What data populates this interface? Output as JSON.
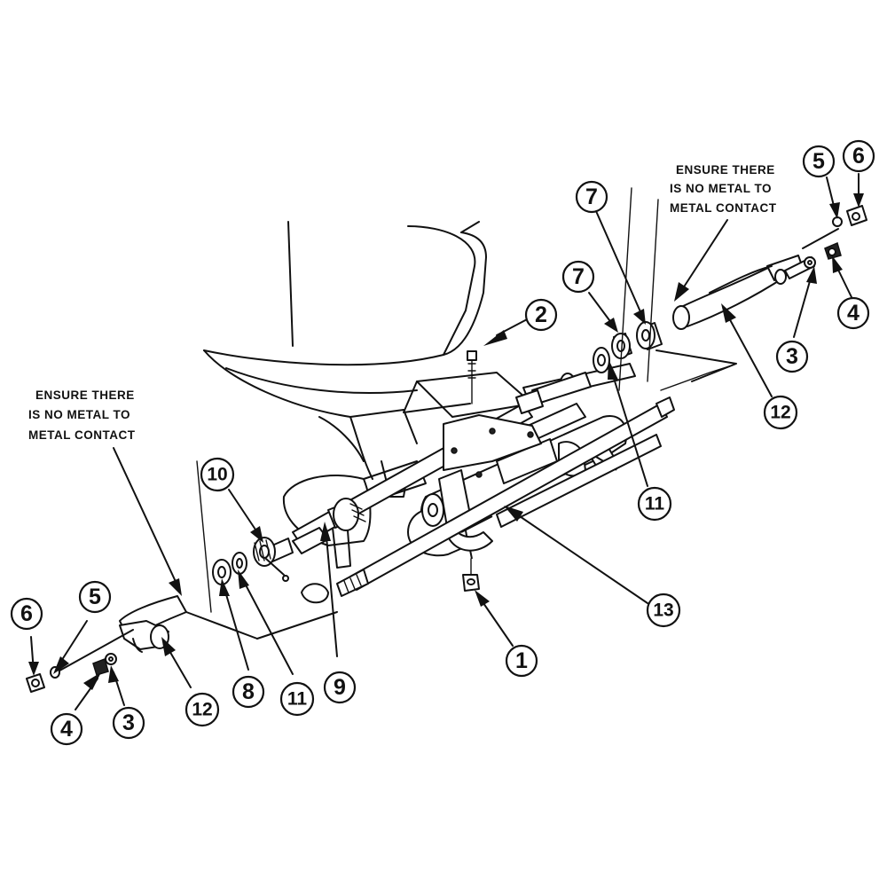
{
  "notes": {
    "right": [
      "ENSURE THERE",
      "IS NO METAL TO",
      "METAL CONTACT"
    ],
    "left": [
      "ENSURE THERE",
      "IS NO METAL TO",
      "METAL CONTACT"
    ]
  },
  "callouts": {
    "c1": "1",
    "c2": "2",
    "c3_right": "3",
    "c3_left": "3",
    "c4_right": "4",
    "c4_left": "4",
    "c5_right": "5",
    "c5_left": "5",
    "c6_right": "6",
    "c6_left": "6",
    "c7_upper": "7",
    "c7_lower": "7",
    "c8": "8",
    "c9": "9",
    "c10": "10",
    "c11_right": "11",
    "c11_left": "11",
    "c12_right": "12",
    "c12_left": "12",
    "c13": "13"
  }
}
